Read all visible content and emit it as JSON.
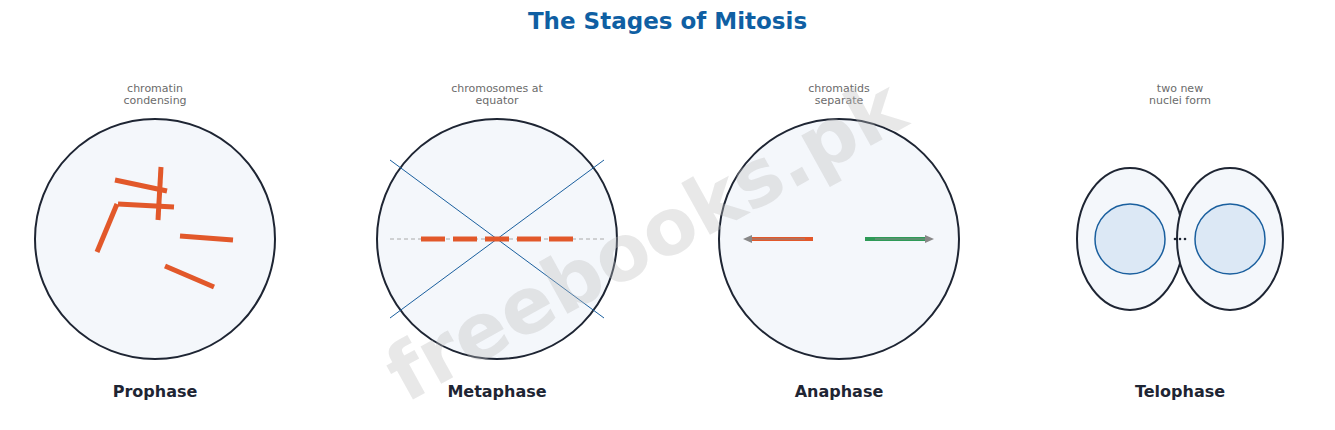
{
  "diagram": {
    "title": "The Stages of Mitosis",
    "nodes": [
      {
        "text": [
          "chromatin condensing",
          "Prophase"
        ]
      },
      {
        "text": [
          "chromosomes at equator",
          "Metaphase"
        ]
      },
      {
        "text": [
          "chromatids separate",
          "Anaphase"
        ]
      },
      {
        "text": [
          "two new nuclei form",
          "Telophase"
        ]
      }
    ],
    "labels": [
      "freebooks.pk"
    ]
  }
}
